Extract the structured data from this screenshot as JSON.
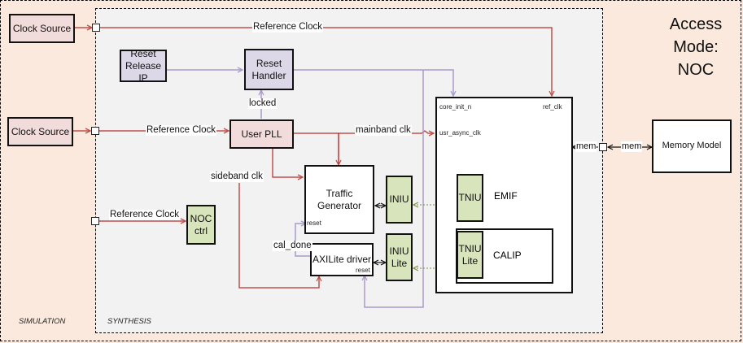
{
  "title": {
    "access_mode": [
      "Access",
      "Mode:",
      "NOC"
    ]
  },
  "regions": {
    "simulation": "SIMULATION",
    "synthesis": "SYNTHESIS"
  },
  "colors": {
    "clock": "#c0504d",
    "reset": "#a99bc9",
    "noc": "#77933c",
    "block_pink": "#f2dcdb",
    "block_lavender": "#dcd8e8",
    "block_green": "#d8e4bc",
    "sim_bg": "#fbe9dd",
    "synth_bg": "#f2f2f2"
  },
  "blocks": {
    "clock_source_1": "Clock Source",
    "clock_source_2": "Clock Source",
    "reset_release_ip": [
      "Reset",
      "Release IP"
    ],
    "reset_handler": [
      "Reset",
      "Handler"
    ],
    "user_pll": "User PLL",
    "traffic_generator": [
      "Traffic",
      "Generator"
    ],
    "axilite_driver": "AXILite driver",
    "noc_ctrl": "NOC ctrl",
    "iniu": "INIU",
    "iniu_lite": [
      "INIU",
      "Lite"
    ],
    "tniu": "TNIU",
    "tniu_lite": [
      "TNIU",
      "Lite"
    ],
    "emif": "EMIF",
    "calip": "CALIP",
    "memory_model": "Memory Model"
  },
  "signals": {
    "ref_clock_top": "Reference Clock",
    "ref_clock_mid": "Reference Clock",
    "ref_clock_bot": "Reference Clock",
    "locked": "locked",
    "mainband_clk": "mainband clk",
    "sideband_clk": "sideband clk",
    "cal_done": "cal_done",
    "mem_inner": "mem",
    "mem_outer": "mem"
  },
  "pins": {
    "core_init_n": "core_init_n",
    "ref_clk": "ref_clk",
    "usr_async_clk": "usr_async_clk",
    "tg_reset": "reset",
    "axi_reset": "reset"
  }
}
